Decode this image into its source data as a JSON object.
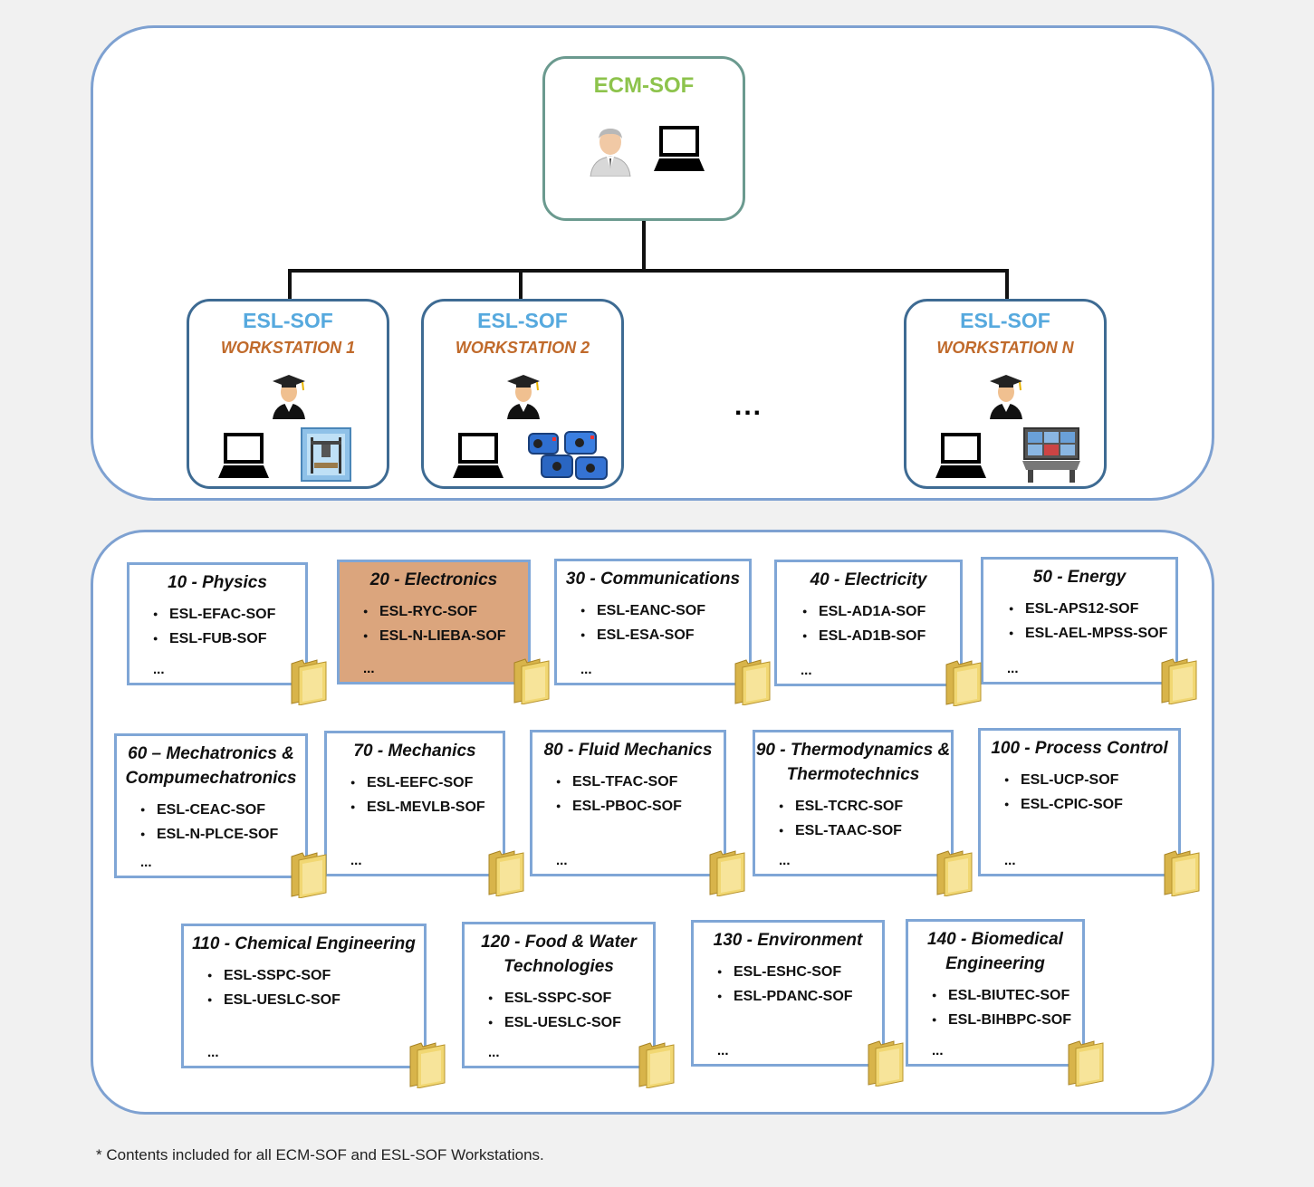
{
  "ecm": {
    "title": "ECM-SOF"
  },
  "workstations": [
    {
      "title": "ESL-SOF",
      "subtitle": "WORKSTATION 1"
    },
    {
      "title": "ESL-SOF",
      "subtitle": "WORKSTATION 2"
    },
    {
      "title": "ESL-SOF",
      "subtitle": "WORKSTATION N"
    }
  ],
  "ws_gap": "...",
  "categories": [
    {
      "title": "10 - Physics",
      "items": [
        "ESL-EFAC-SOF",
        "ESL-FUB-SOF"
      ],
      "more": "..."
    },
    {
      "title": "20 - Electronics",
      "items": [
        "ESL-RYC-SOF",
        "ESL-N-LIEBA-SOF"
      ],
      "more": "...",
      "highlight": true
    },
    {
      "title": "30 - Communications",
      "items": [
        "ESL-EANC-SOF",
        "ESL-ESA-SOF"
      ],
      "more": "..."
    },
    {
      "title": "40 - Electricity",
      "items": [
        "ESL-AD1A-SOF",
        "ESL-AD1B-SOF"
      ],
      "more": "..."
    },
    {
      "title": "50 - Energy",
      "items": [
        "ESL-APS12-SOF",
        "ESL-AEL-MPSS-SOF"
      ],
      "more": "..."
    },
    {
      "title": "60 – Mechatronics & Compumechatronics",
      "items": [
        "ESL-CEAC-SOF",
        "ESL-N-PLCE-SOF"
      ],
      "more": "..."
    },
    {
      "title": "70 - Mechanics",
      "items": [
        "ESL-EEFC-SOF",
        "ESL-MEVLB-SOF"
      ],
      "more": "..."
    },
    {
      "title": "80 - Fluid Mechanics",
      "items": [
        "ESL-TFAC-SOF",
        "ESL-PBOC-SOF"
      ],
      "more": "..."
    },
    {
      "title": "90 - Thermodynamics & Thermotechnics",
      "items": [
        "ESL-TCRC-SOF",
        "ESL-TAAC-SOF"
      ],
      "more": "..."
    },
    {
      "title": "100 - Process Control",
      "items": [
        "ESL-UCP-SOF",
        "ESL-CPIC-SOF"
      ],
      "more": "..."
    },
    {
      "title": "110 - Chemical Engineering",
      "items": [
        "ESL-SSPC-SOF",
        "ESL-UESLC-SOF"
      ],
      "more": "..."
    },
    {
      "title": "120 - Food & Water Technologies",
      "items": [
        "ESL-SSPC-SOF",
        "ESL-UESLC-SOF"
      ],
      "more": "..."
    },
    {
      "title": "130 - Environment",
      "items": [
        "ESL-ESHC-SOF",
        "ESL-PDANC-SOF"
      ],
      "more": "..."
    },
    {
      "title": "140 - Biomedical Engineering",
      "items": [
        "ESL-BIUTEC-SOF",
        "ESL-BIHBPC-SOF"
      ],
      "more": "..."
    }
  ],
  "footnote": "* Contents included for all ECM-SOF and ESL-SOF Workstations.",
  "colors": {
    "panel_border": "#7ea1d1",
    "ecm_title": "#8dc34c",
    "ws_title": "#56a9de",
    "ws_subtitle": "#c06a2b",
    "highlight": "#dba57d"
  }
}
